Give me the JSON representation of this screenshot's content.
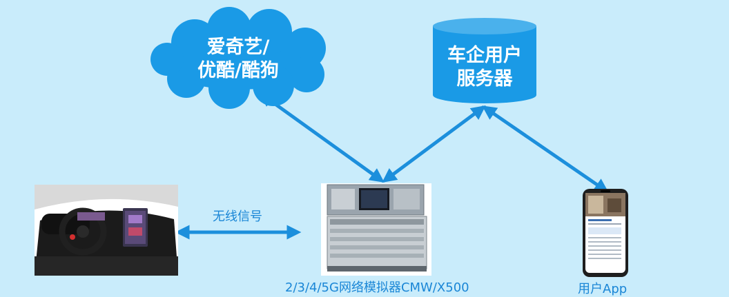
{
  "colors": {
    "background": "#c9ecfb",
    "node_fill": "#1a9ae6",
    "arrow": "#1c8fdc",
    "label_blue": "#1a86d6",
    "node_text": "#ffffff"
  },
  "nodes": {
    "cloud": {
      "line1": "爱奇艺/",
      "line2": "优酷/酷狗",
      "shape": "cloud"
    },
    "server": {
      "line1": "车企用户",
      "line2": "服务器",
      "shape": "cylinder"
    },
    "car": {
      "image": "car-dashboard-photo"
    },
    "simulator": {
      "label": "2/3/4/5G网络模拟器CMW/X500",
      "image": "network-simulator-photo"
    },
    "phone": {
      "label": "用户App",
      "image": "smartphone-app-photo"
    }
  },
  "edges": [
    {
      "from": "cloud",
      "to": "simulator",
      "direction": "both"
    },
    {
      "from": "server",
      "to": "simulator",
      "direction": "both"
    },
    {
      "from": "server",
      "to": "phone",
      "direction": "both"
    },
    {
      "from": "car",
      "to": "simulator",
      "direction": "both",
      "label": "无线信号"
    }
  ]
}
